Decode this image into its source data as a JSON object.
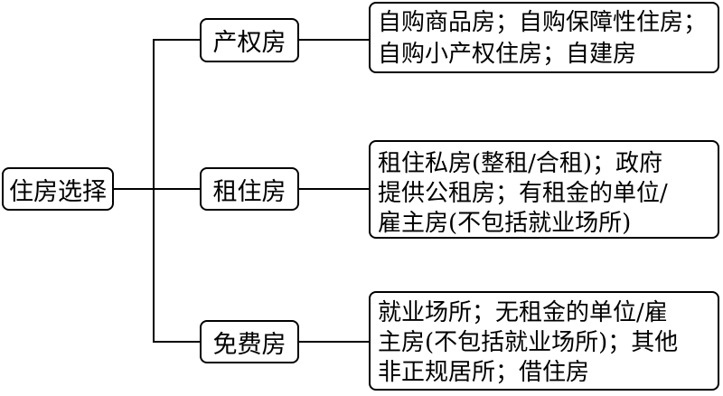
{
  "root": {
    "label": "住房选择"
  },
  "branches": [
    {
      "label": "产权房",
      "detail_lines": [
        "自购商品房；自购保障性住房；",
        "自购小产权住房；自建房"
      ]
    },
    {
      "label": "租住房",
      "detail_lines": [
        "租住私房(整租/合租)；政府",
        "提供公租房；有租金的单位/",
        "雇主房(不包括就业场所)"
      ]
    },
    {
      "label": "免费房",
      "detail_lines": [
        "就业场所；无租金的单位/雇",
        "主房(不包括就业场所)；其他",
        "非正规居所；借住房"
      ]
    }
  ]
}
